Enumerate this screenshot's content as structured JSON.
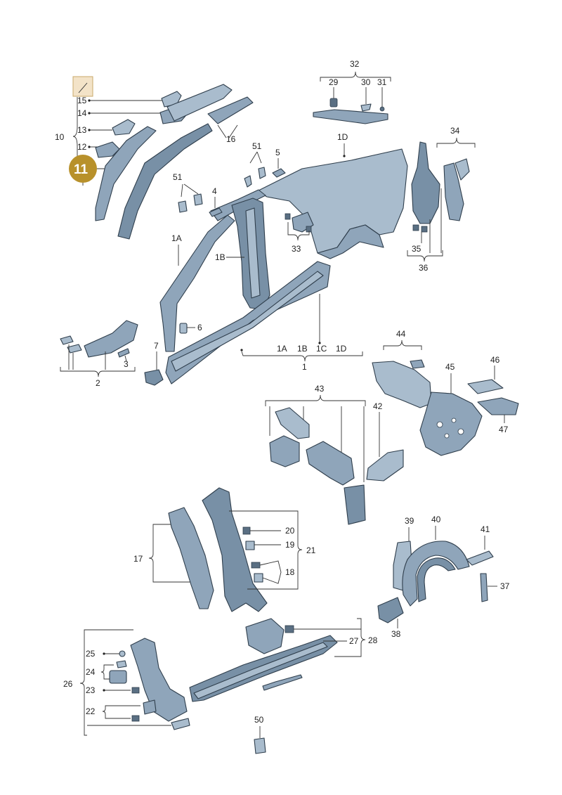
{
  "diagram": {
    "badge": {
      "label": "11",
      "color": "#b8912b"
    },
    "swatch_color": "#f3e3c8",
    "part_colors": {
      "main": "#8fa5ba",
      "light": "#a9bccd",
      "dark": "#7890a6",
      "outline": "#2f3e4c"
    },
    "labels": {
      "l15": "15",
      "l14": "14",
      "l13": "13",
      "l12": "12",
      "l10": "10",
      "l16": "16",
      "l51a": "51",
      "l51b": "51",
      "l5": "5",
      "l4": "4",
      "l32": "32",
      "l29": "29",
      "l30": "30",
      "l31": "31",
      "l1D": "1D",
      "l34": "34",
      "l33": "33",
      "l35": "35",
      "l36": "36",
      "l1A": "1A",
      "l1B": "1B",
      "l6": "6",
      "l7": "7",
      "l3": "3",
      "l2": "2",
      "b1A": "1A",
      "b1B": "1B",
      "b1C": "1C",
      "b1D": "1D",
      "l1": "1",
      "l44": "44",
      "l45": "45",
      "l46": "46",
      "l47": "47",
      "l43": "43",
      "l42": "42",
      "l20": "20",
      "l19": "19",
      "l18": "18",
      "l21": "21",
      "l17": "17",
      "l39": "39",
      "l40": "40",
      "l41": "41",
      "l37": "37",
      "l38": "38",
      "l25": "25",
      "l24": "24",
      "l23": "23",
      "l22": "22",
      "l26": "26",
      "l27": "27",
      "l28": "28",
      "l50": "50"
    }
  }
}
